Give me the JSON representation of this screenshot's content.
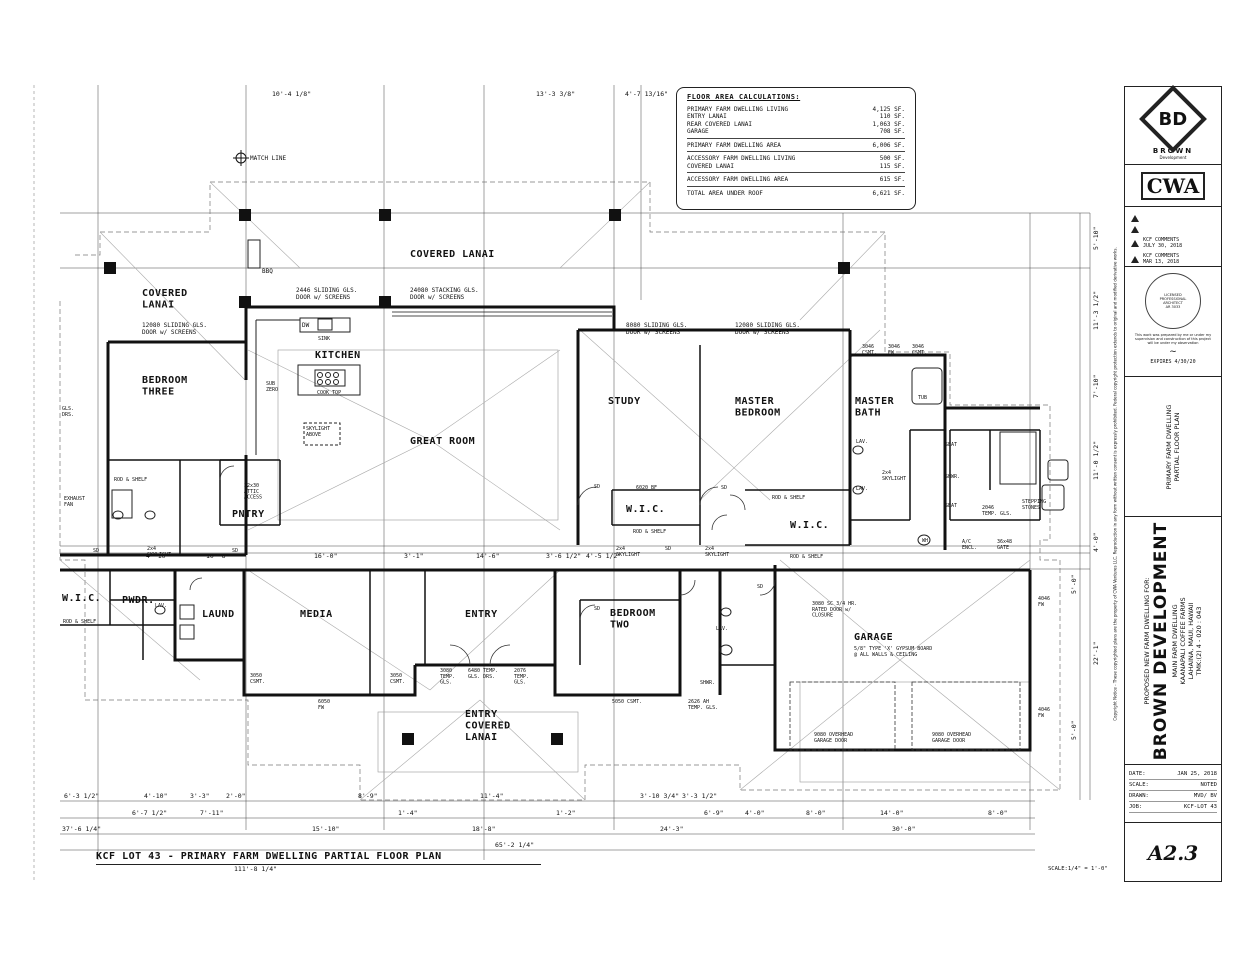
{
  "plan": {
    "title": "KCF LOT 43 - PRIMARY FARM DWELLING PARTIAL FLOOR PLAN",
    "scale": "SCALE:1/4\" = 1'-0\"",
    "match_line": "MATCH LINE",
    "rooms": {
      "covered_lanai_top": "COVERED LANAI",
      "covered_lanai_left": "COVERED\nLANAI",
      "kitchen": "KITCHEN",
      "great_room": "GREAT ROOM",
      "bedroom_three": "BEDROOM\nTHREE",
      "study": "STUDY",
      "master_bedroom": "MASTER\nBEDROOM",
      "master_bath": "MASTER\nBATH",
      "pntry": "PNTRY",
      "wic_study": "W.I.C.",
      "wic_master": "W.I.C.",
      "wic_left": "W.I.C.",
      "media": "MEDIA",
      "entry": "ENTRY",
      "bedroom_two": "BEDROOM\nTWO",
      "garage": "GARAGE",
      "pwdr": "PWDR.",
      "laund": "LAUND",
      "entry_covered_lanai": "ENTRY\nCOVERED\nLANAI"
    },
    "notes": {
      "bbq": "BBQ",
      "sliding_2446": "2446 SLIDING GLS.\nDOOR w/ SCREENS",
      "stacking_24080": "24080 STACKING GLS.\nDOOR w/ SCREENS",
      "sliding_12080_left": "12080 SLIDING GLS.\nDOOR w/ SCREENS",
      "sliding_8080": "8080 SLIDING GLS.\nDOOR w/ SCREENS",
      "sliding_12080_master": "12080 SLIDING GLS.\nDOOR w/ SCREENS",
      "dw": "DW",
      "sink": "SINK",
      "cook_top": "COOK TOP",
      "skylight_above": "SKYLIGHT\nABOVE",
      "sub_zero": "SUB\nZERO",
      "exhaust_fan": "EXHAUST\nFAN",
      "attic_access": "22x30\nATTIC\nACCESS",
      "rod_shelf": "ROD & SHELF",
      "tub": "TUB",
      "shwr": "SHWR.",
      "seat": "SEAT",
      "stepping_stones": "STEPPING\nSTONES",
      "temp_gls": "2046\nTEMP. GLS.",
      "ac_encl": "A/C\nENCL.",
      "gate": "36x48\nGATE",
      "garage_wall": "5/8\" TYPE 'X' GYPSUM BOARD\n@ ALL WALLS & CEILING",
      "garage_door": "3080 SC 3/4 HR.\nRATED DOOR w/\nCLOSURE",
      "overhead_left": "9080 OVERHEAD\nGARAGE DOOR",
      "overhead_right": "9080 OVERHEAD\nGARAGE DOOR",
      "fw_4046": "4046\nFW",
      "fw_4046b": "4046\nFW",
      "skylight": "2x4\nSKYLIGHT",
      "entry_glass": "3080\nTEMP.\nGLS.",
      "entry_glass_mid": "6480 TEMP.\nGLS. DRS.",
      "entry_glass_right": "2076\nTEMP.\nGLS.",
      "csmt_3050": "3050\nCSMT.",
      "fw_6050": "6050\nFW",
      "csmt_3050b": "3050\nCSMT.",
      "csmt_5050": "5050 CSMT.",
      "tmp_2626": "2626 AH\nTEMP. GLS.",
      "wic_6020": "6020 BF",
      "csmt_3046": "3046\nCSMT.",
      "fw_3046": "3046\nFW",
      "csmt_3046b": "3046\nCSMT.",
      "lav": "LAV.",
      "wh": "WH",
      "sd": "SD",
      "glass": "GLS.\nDRS."
    },
    "dims_top": [
      "10'-4 1/8\"",
      "13'-3 3/8\"",
      "4'-7 13/16\""
    ],
    "dims_right": [
      "5'-10\"",
      "11'-3 1/2\"",
      "7'-10\"",
      "11'-0 1/2\"",
      "4'-0\"",
      "5'-0\"",
      "22'-1\"",
      "5'-0\""
    ],
    "dims_mid": [
      "4'-10\"",
      "10'-6\"",
      "16'-0\"",
      "3'-1\"",
      "14'-6\"",
      "4'-5 1/2\"",
      "3'-6 1/2\""
    ],
    "dims_bottom_1": [
      "6'-3 1/2\"",
      "4'-10\"",
      "3'-3\"",
      "2'-0\"",
      "8'-9\"",
      "11'-4\"",
      "3'-10 3/4\"",
      "3'-3 1/2\""
    ],
    "dims_bottom_2": [
      "6'-7 1/2\"",
      "7'-11\"",
      "1'-4\"",
      "1'-2\"",
      "6'-9\"",
      "4'-0\"",
      "8'-0\"",
      "14'-0\"",
      "8'-0\""
    ],
    "dims_bottom_3": [
      "37'-6 1/4\"",
      "15'-10\"",
      "18'-8\"",
      "24'-3\"",
      "30'-0\""
    ],
    "dims_bottom_4": [
      "65'-2 1/4\"",
      "111'-8 1/4\""
    ]
  },
  "area_table": {
    "title": "FLOOR AREA CALCULATIONS:",
    "rows": [
      {
        "label": "PRIMARY FARM DWELLING LIVING",
        "value": "4,125 SF."
      },
      {
        "label": "ENTRY LANAI",
        "value": "110 SF."
      },
      {
        "label": "REAR COVERED LANAI",
        "value": "1,063 SF."
      },
      {
        "label": "GARAGE",
        "value": "708 SF."
      },
      {
        "label": "PRIMARY FARM DWELLING AREA",
        "value": "6,006 SF."
      },
      {
        "label": "ACCESSORY FARM DWELLING LIVING",
        "value": "500 SF."
      },
      {
        "label": "COVERED LANAI",
        "value": "115 SF."
      },
      {
        "label": "ACCESSORY FARM DWELLING AREA",
        "value": "615 SF."
      },
      {
        "label": "TOTAL AREA UNDER ROOF",
        "value": "6,621 SF."
      }
    ]
  },
  "title_block": {
    "logo_letters": "BD",
    "logo_name": "BROWN",
    "logo_sub": "Development",
    "cwa": "CWA",
    "revisions": [
      {
        "text": "KCF COMMENTS\nJULY 30, 2018"
      },
      {
        "text": "KCF COMMENTS\nMAR 13, 2018"
      }
    ],
    "seal_lines": [
      "LICENSED",
      "PROFESSIONAL",
      "ARCHITECT",
      "AR 3033"
    ],
    "seal_note": "This work was prepared by me or under my supervision and construction of this project will be under my observation",
    "expires": "EXPIRES 4/30/20",
    "sheet_title": "PRIMARY FARM DWELLING\nPARTIAL FLOOR PLAN",
    "project_pre": "PROPOSED NEW FARM DWELLING FOR:",
    "project_name": "BROWN DEVELOPMENT",
    "project_lines": "MAIN FARM DWELLING\nKAANAPALI COFFEE FARMS\nLAHAINA, MAUI, HAWAII\nTMK:(2) 4 - 020 : 043",
    "info": [
      {
        "k": "DATE:",
        "v": "JAN 25, 2018"
      },
      {
        "k": "SCALE:",
        "v": "NOTED"
      },
      {
        "k": "DRAWN:",
        "v": "MVD/ BV"
      },
      {
        "k": "JOB:",
        "v": "KCF-LOT 43"
      }
    ],
    "sheet_number": "A2.3",
    "legal": "Copyright Notice - These copyrighted plans are the property of CWA Ventures LLC. Reproduction in any form without written consent is expressly prohibited. Federal copyright protection extends to original and modified derivative works."
  }
}
